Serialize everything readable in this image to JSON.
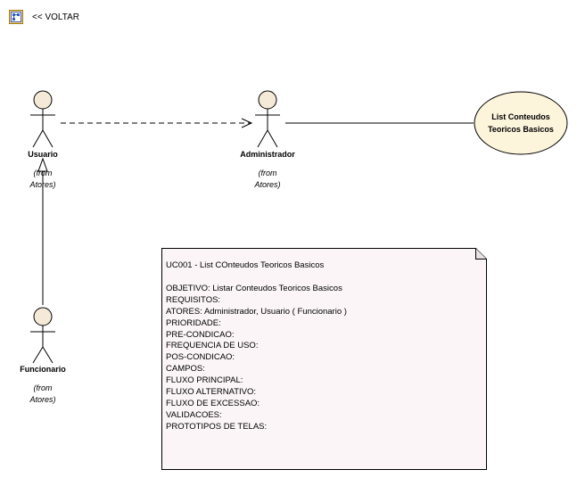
{
  "toolbar": {
    "back_icon": "diagram-link-icon",
    "back_label": "<< VOLTAR"
  },
  "actors": [
    {
      "id": "usuario",
      "name": "Usuario",
      "from_line1": "(from",
      "from_line2": "Atores)"
    },
    {
      "id": "administrador",
      "name": "Administrador",
      "from_line1": "(from",
      "from_line2": "Atores)"
    },
    {
      "id": "funcionario",
      "name": "Funcionario",
      "from_line1": "(from",
      "from_line2": "Atores)"
    }
  ],
  "use_case": {
    "line1": "List Conteudos",
    "line2": "Teoricos Basicos"
  },
  "note": {
    "title": "UC001 - List COnteudos Teoricos Basicos",
    "lines": [
      "OBJETIVO: Listar Conteudos Teoricos Basicos",
      "REQUISITOS:",
      "ATORES: Administrador, Usuario ( Funcionario )",
      "PRIORIDADE:",
      "PRE-CONDICAO:",
      "FREQUENCIA DE USO:",
      "POS-CONDICAO:",
      "CAMPOS:",
      "FLUXO PRINCIPAL:",
      "FLUXO ALTERNATIVO:",
      "FLUXO DE EXCESSAO:",
      "VALIDACOES:",
      "PROTOTIPOS DE TELAS:"
    ]
  },
  "colors": {
    "actor_fill": "#f5ead8",
    "usecase_fill": "#fdf4dc",
    "note_fill": "#fbf5f8",
    "line": "#000000",
    "icon_blue": "#3b5fc0"
  }
}
